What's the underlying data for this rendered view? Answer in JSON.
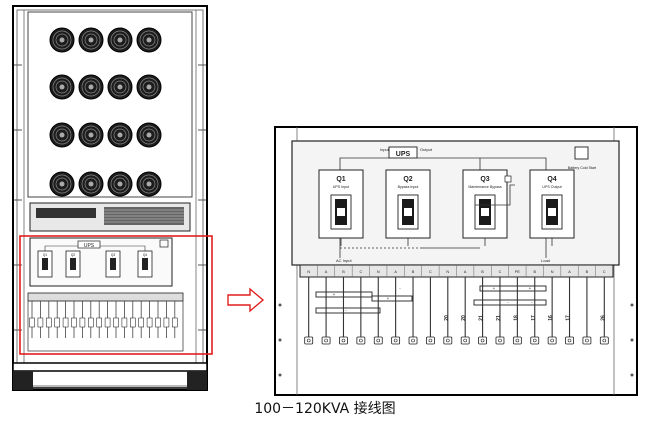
{
  "caption": "100－120KVA 接线图",
  "left_cabinet": {
    "panel": {
      "badge": "UPS",
      "breakers": [
        {
          "id": "Q1",
          "label": "UPS Input"
        },
        {
          "id": "Q2",
          "label": "Bypass Input"
        },
        {
          "id": "Q3",
          "label": "Maintenance Bypass"
        },
        {
          "id": "Q4",
          "label": "UPS Output"
        }
      ]
    }
  },
  "detail": {
    "badge": "UPS",
    "input_label": "Input",
    "output_label": "Output",
    "battery_label": "Battery Cold Start",
    "ac_input_label": "AC Input",
    "load_label": "Load",
    "breakers": [
      {
        "id": "Q1",
        "label": "UPS Input"
      },
      {
        "id": "Q2",
        "label": "Bypass Input"
      },
      {
        "id": "Q3",
        "label": "Maintenance Bypass"
      },
      {
        "id": "Q4",
        "label": "UPS Output"
      }
    ],
    "terminal_labels": [
      "N",
      "A",
      "B",
      "C",
      "N",
      "A",
      "B",
      "C",
      "N",
      "A",
      "B",
      "C",
      "PE",
      "B",
      "N",
      "A",
      "B",
      "C"
    ],
    "bar_tags": [
      "+",
      "-",
      "+",
      "-",
      "+",
      "-",
      "+",
      "-"
    ],
    "cable_numbers": [
      "20",
      "20",
      "21",
      "21",
      "18",
      "17",
      "16",
      "17",
      "26"
    ]
  },
  "colors": {
    "highlight": "#e21e1e",
    "line": "#333333",
    "fill_panel": "#f4f4f4"
  }
}
